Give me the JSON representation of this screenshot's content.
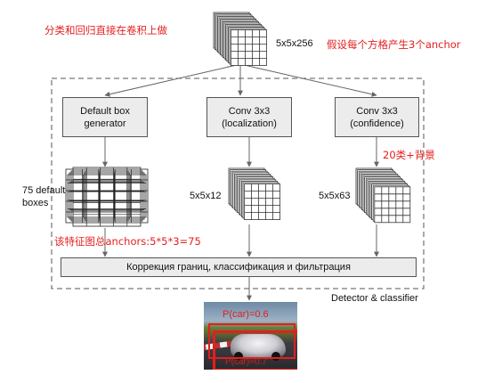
{
  "annotations": {
    "top_left": "分类和回归直接在卷积上做",
    "top_right": "假设每个方格产生3个anchor",
    "classes": "20类+背景",
    "anchors_total": "该特征图总anchors:5*5*3=75"
  },
  "input_feature": {
    "label": "5x5x256"
  },
  "branches": {
    "default_box": {
      "line1": "Default box",
      "line2": "generator",
      "output_label_1": "75 default",
      "output_label_2": "boxes"
    },
    "localization": {
      "line1": "Conv 3x3",
      "line2": "(localization)",
      "output_label": "5x5x12"
    },
    "confidence": {
      "line1": "Conv 3x3",
      "line2": "(confidence)",
      "output_label": "5x5x63"
    }
  },
  "merge_box": {
    "label": "Коррекция границ, классификация и фильтрация"
  },
  "detector_label": "Detector & classifier",
  "result_image": {
    "label_top": "P(car)=0.6",
    "label_bottom": "P(car)=0.7"
  },
  "colors": {
    "annotation": "#e41e1e",
    "box_fill": "#ececec",
    "line": "#555555",
    "dashed": "#555555"
  }
}
